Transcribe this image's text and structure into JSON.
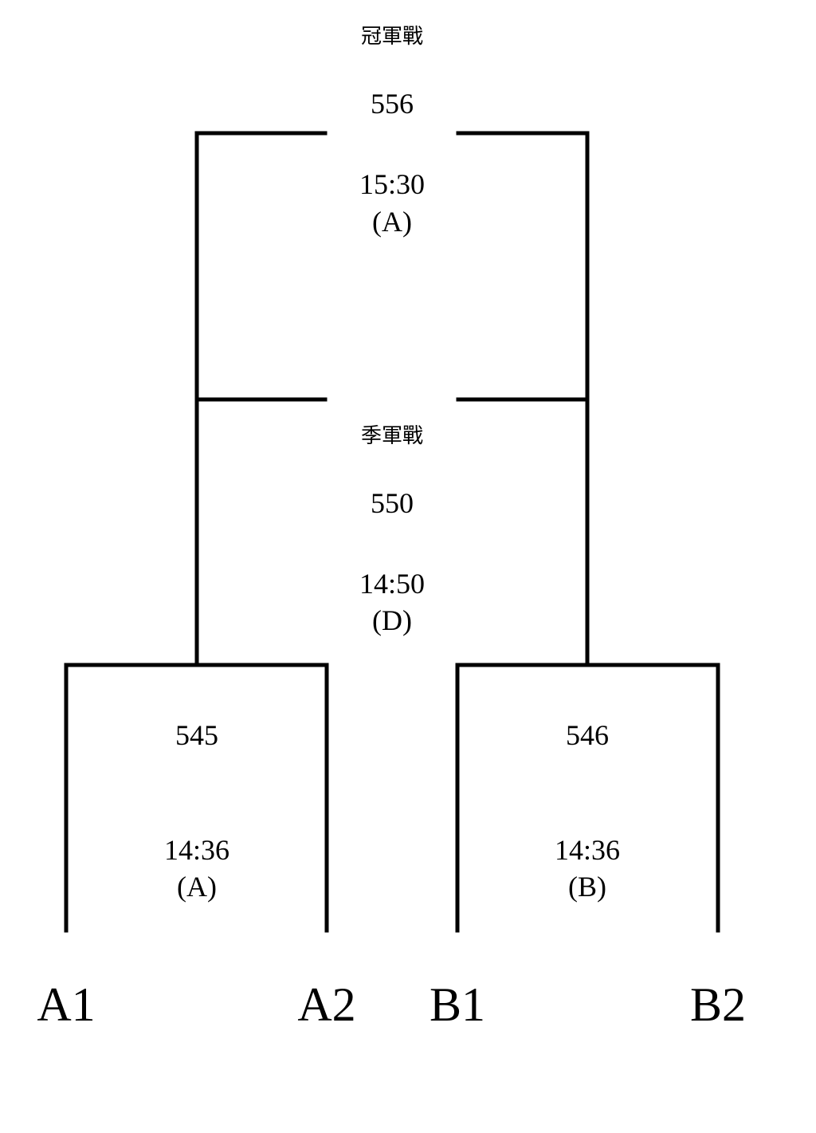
{
  "final": {
    "title": "冠軍戰",
    "match_no": "556",
    "time": "15:30",
    "court": "(A)"
  },
  "third_place": {
    "title": "季軍戰",
    "match_no": "550",
    "time": "14:50",
    "court": "(D)"
  },
  "semifinal_left": {
    "match_no": "545",
    "time": "14:36",
    "court": "(A)"
  },
  "semifinal_right": {
    "match_no": "546",
    "time": "14:36",
    "court": "(B)"
  },
  "teams": {
    "a1": "A1",
    "a2": "A2",
    "b1": "B1",
    "b2": "B2"
  },
  "colors": {
    "line": "#000000",
    "background": "#ffffff"
  }
}
